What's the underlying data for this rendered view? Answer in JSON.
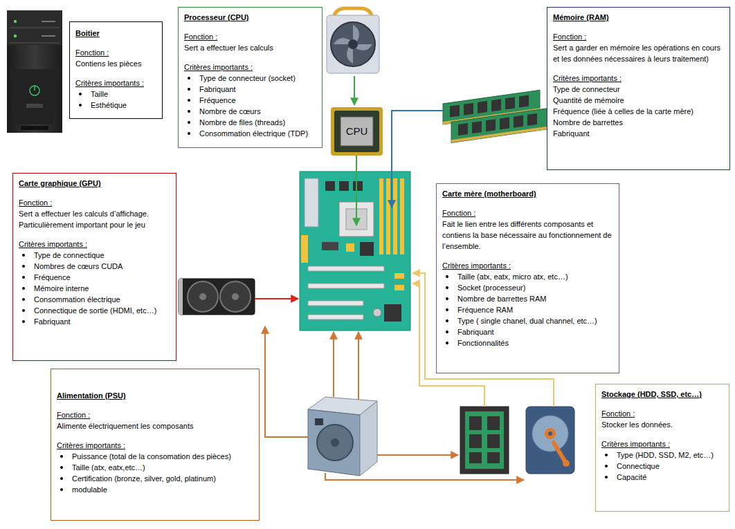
{
  "diagram": {
    "nodes": [
      {
        "text": [
          "Boitier",
          "Fonction :",
          "Contiens les pièces",
          "Critères importants :",
          "Taille",
          "Esthétique"
        ]
      },
      {
        "text": [
          "Processeur (CPU)",
          "Fonction :",
          "Sert a effectuer les calculs",
          "Critères importants :",
          "Type de connecteur (socket)",
          "Fabriquant",
          "Fréquence",
          "Nombre de cœurs",
          "Nombre de files (threads)",
          "Consommation électrique (TDP)"
        ]
      },
      {
        "text": [
          "Mémoire (RAM)",
          "Fonction :",
          "Sert a garder en mémoire les opérations en cours et les données nécessaires à leurs traitement)",
          "Critères importants :",
          "Type de connecteur",
          "Quantité de mémoire",
          "Fréquence (liée à celles de la carte mère)",
          "Nombre de barrettes",
          "Fabriquant"
        ]
      },
      {
        "text": [
          "CPU"
        ]
      },
      {
        "text": [
          "Carte graphique (GPU)",
          "Fonction :",
          "Sert a effectuer les calculs d’affichage. Particulièrement important pour le jeu",
          "Critères importants :",
          "Type de connectique",
          "Nombres de cœurs CUDA",
          "Fréquence",
          "Mémoire interne",
          "Consommation électrique",
          "Connectique de sortie (HDMI, etc…)",
          "Fabriquant"
        ]
      },
      {
        "text": [
          "Carte mère (motherboard)",
          "Fonction :",
          "Fait le lien entre les différents composants et contiens la base nécessaire au fonctionnement de l’ensemble.",
          "Critères importants :",
          "Taille (atx, eatx, micro atx, etc…)",
          "Socket (processeur)",
          "Nombre de barrettes RAM",
          "Fréquence RAM",
          "Type ( single chanel, dual channel, etc…)",
          "Fabriquant",
          "Fonctionnalités"
        ]
      },
      {
        "text": [
          "Alimentation (PSU)",
          "Fonction :",
          "Alimente électriquement les composants",
          "Critères importants :",
          "Puissance (total de la consomation des pièces)",
          "Taille (atx, eatx,etc…)",
          "Certification (bronze, silver, gold, platinum)",
          "modulable"
        ]
      },
      {
        "text": [
          "Stockage (HDD, SSD, etc…)",
          "Fonction :",
          "Stocker les données.",
          "Critères importants :",
          "Type (HDD, SSD, M2, etc…)",
          "Connectique",
          "Capacité"
        ]
      }
    ]
  }
}
